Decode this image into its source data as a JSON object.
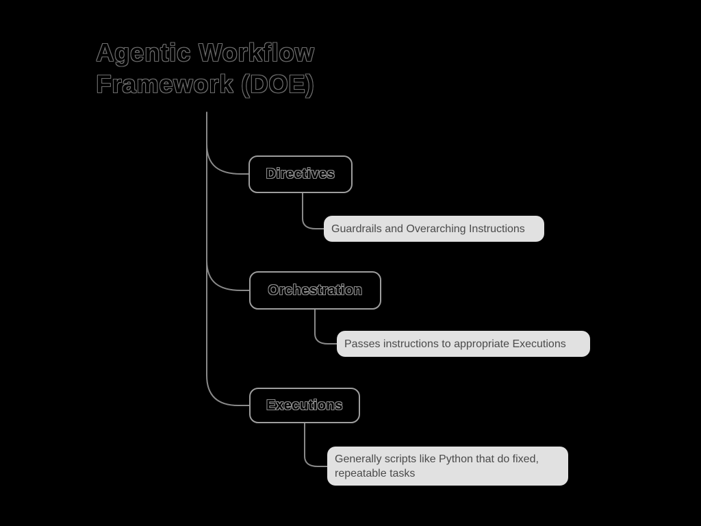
{
  "title": {
    "line1": "Agentic Workflow",
    "line2": "Framework (DOE)",
    "full": "Agentic Workflow Framework (DOE)"
  },
  "nodes": [
    {
      "label": "Directives",
      "child": "Guardrails and Overarching Instructions"
    },
    {
      "label": "Orchestration",
      "child": "Passes instructions to appropriate Executions"
    },
    {
      "label": "Executions",
      "child": "Generally scripts like Python that do fixed, repeatable tasks"
    }
  ],
  "theme": {
    "background": "#000000",
    "connector_color": "#8a8a8a",
    "node_border_color": "#9e9e9e",
    "node_text_color": "#000000",
    "node_text_outline": "#8e8e8e",
    "child_bg": "#e1e1e1",
    "child_text_color": "#4a4a4a",
    "title_color": "#000000",
    "title_outline": "#6f6f6f"
  }
}
